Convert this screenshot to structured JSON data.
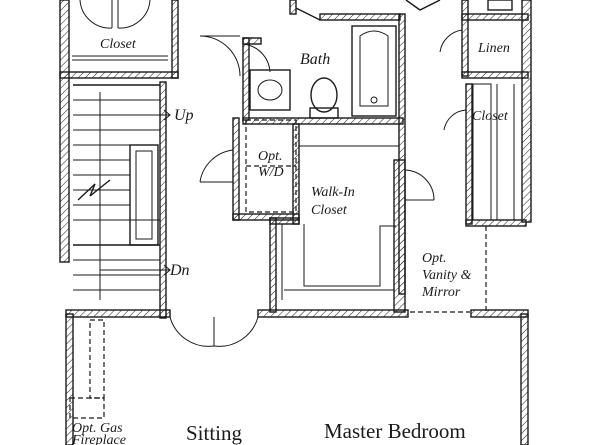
{
  "rooms": {
    "closet_top": "Closet",
    "bath": "Bath",
    "linen": "Linen",
    "closet_right": "Closet",
    "opt_wd": "Opt. W/D",
    "walk_in_closet": "Walk-In Closet",
    "vanity_mirror": "Opt. Vanity & Mirror",
    "opt_gas_fireplace": "Opt. Gas Fireplace",
    "sitting": "Sitting",
    "master_bedroom": "Master Bedroom"
  },
  "stair_labels": {
    "up": "Up",
    "down": "Dn"
  }
}
